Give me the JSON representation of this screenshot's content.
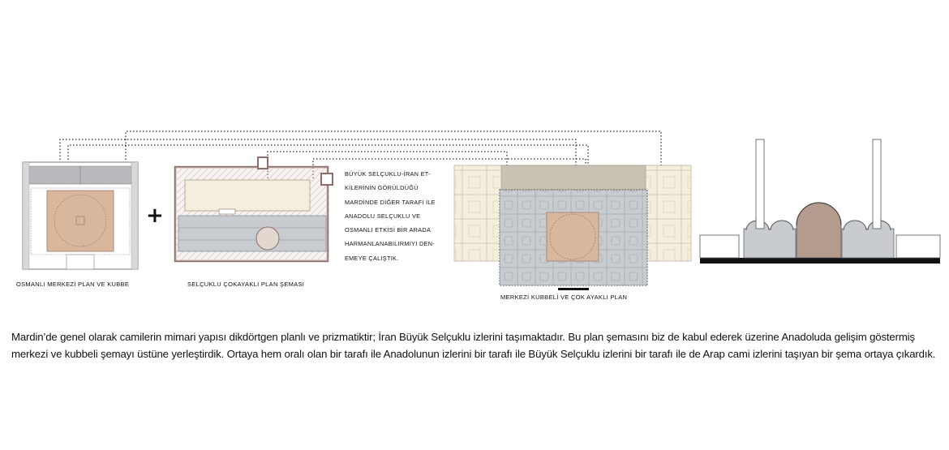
{
  "captions": {
    "ottoman": "OSMANLI MERKEZİ PLAN VE KUBBE",
    "seljuk": "SELÇUKLU ÇOKAYAKLI PLAN ŞEMASI",
    "combined": "MERKEZİ KUBBELİ VE ÇOK AYAKLI PLAN"
  },
  "plus_sign": "+",
  "note_lines": [
    "BÜYÜK SELÇUKLU-İRAN ET-",
    "KİLERİNİN GÖRÜLDÜĞÜ",
    "MARDİNDE DİĞER TARAFI İLE",
    "ANADOLU SELÇUKLU VE",
    "OSMANLI ETKİSİ BİR ARADA",
    "HARMANLANABILIRMIYI DEN-",
    "EMEYE ÇALIŞTIK."
  ],
  "description": "Mardin’de genel olarak camilerin mimari yapısı dikdörtgen planlı ve prizmatiktir; İran Büyük Selçuklu izlerini taşımaktadır. Bu plan şemasını biz de kabul ederek üzerine Anadoluda gelişim göstermiş merkezi ve  kubbeli şemayı üstüne yerleştirdik. Ortaya hem oralı olan bir tarafı ile Anadolunun izlerini bir tarafı ile Büyük Selçuklu izlerini bir tarafı ile de Arap cami izlerini taşıyan bir şema ortaya çıkardık.",
  "colors": {
    "dome_tan": "#d9b79c",
    "pier_grey": "#c8ccd1",
    "court_cream": "#f3efdc",
    "wall_brown": "#8a7068",
    "dark_grey": "#8c8c8c"
  }
}
